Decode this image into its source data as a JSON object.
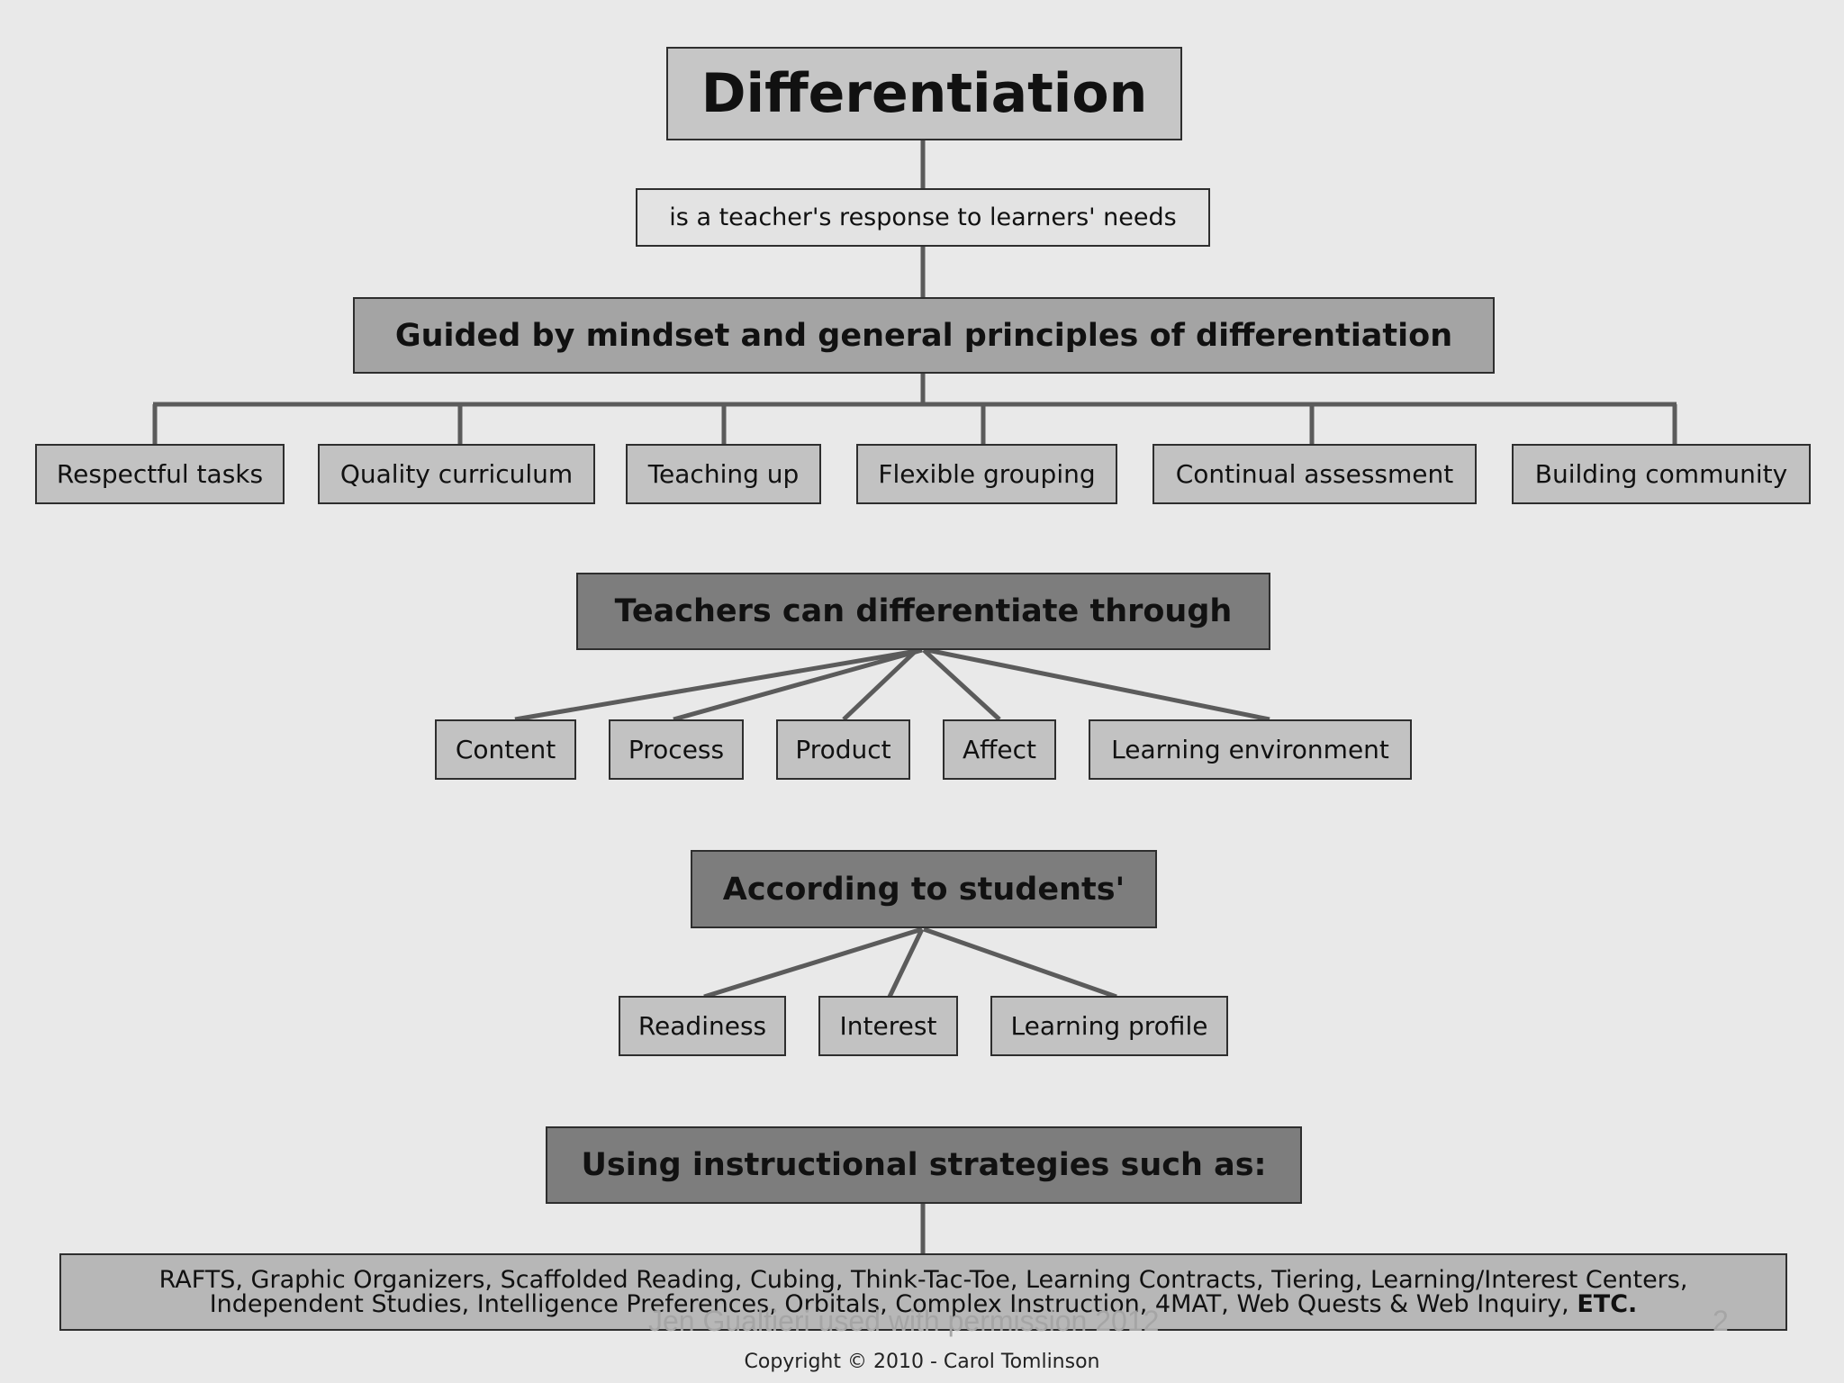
{
  "title": "Differentiation",
  "subtitle": "is a teacher's response to learners' needs",
  "principles": {
    "header": "Guided by mindset and general principles of differentiation",
    "items": [
      "Respectful tasks",
      "Quality curriculum",
      "Teaching up",
      "Flexible grouping",
      "Continual assessment",
      "Building community"
    ]
  },
  "through": {
    "header": "Teachers can differentiate through",
    "items": [
      "Content",
      "Process",
      "Product",
      "Affect",
      "Learning environment"
    ]
  },
  "according": {
    "header": "According to students'",
    "items": [
      "Readiness",
      "Interest",
      "Learning profile"
    ]
  },
  "strategies": {
    "header": "Using instructional strategies such as:",
    "line1": "RAFTS, Graphic Organizers, Scaffolded Reading, Cubing, Think-Tac-Toe, Learning Contracts, Tiering,  Learning/Interest Centers,",
    "line2": "Independent Studies, Intelligence Preferences, Orbitals, Complex Instruction, 4MAT, Web Quests & Web Inquiry,",
    "etc": "ETC."
  },
  "watermark": "Jen Gualtieri used with permission 2012",
  "page_number": "2",
  "copyright": "Copyright © 2010 - Carol Tomlinson"
}
